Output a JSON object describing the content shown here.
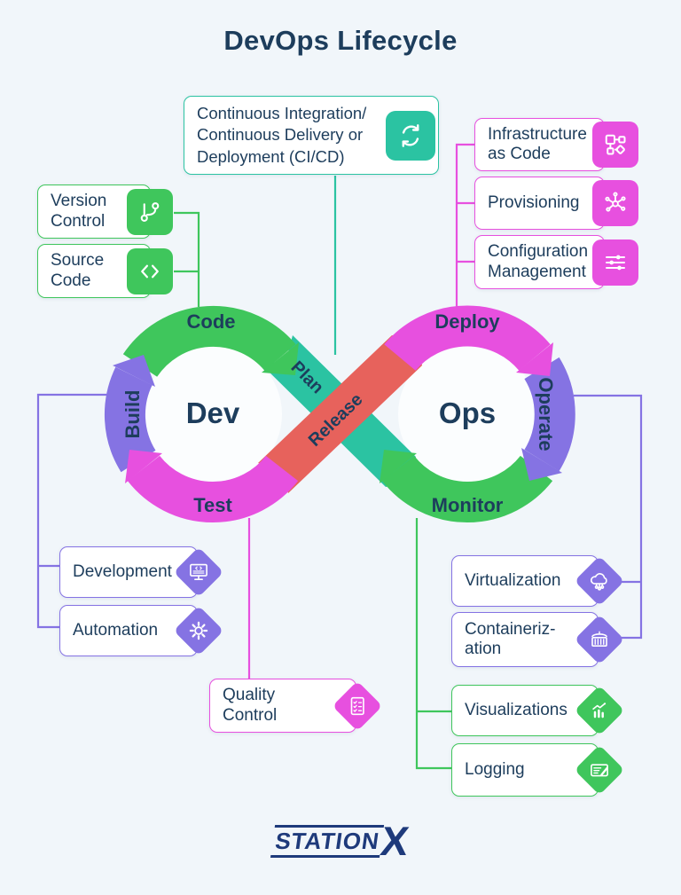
{
  "title": "DevOps Lifecycle",
  "colors": {
    "green": "#3fc65c",
    "teal": "#2bc3a2",
    "magenta": "#e750df",
    "purple": "#8573e3",
    "red": "#e7625c",
    "navy": "#1d3d5c",
    "background": "#f1f6fa",
    "logo_navy": "#1e3a7b"
  },
  "cicd_card": {
    "label": "Continuous Integration/\nContinuous Delivery or\nDeployment (CI/CD)",
    "icon": "refresh-icon"
  },
  "left_top_cards": [
    {
      "label": "Version\nControl",
      "icon": "git-branch-icon"
    },
    {
      "label": "Source\nCode",
      "icon": "code-icon"
    }
  ],
  "right_top_cards": [
    {
      "label": "Infrastructure\nas Code",
      "icon": "flowchart-icon"
    },
    {
      "label": "Provisioning",
      "icon": "network-icon"
    },
    {
      "label": "Configuration\nManagement",
      "icon": "sliders-icon"
    }
  ],
  "left_bottom_cards": [
    {
      "label": "Development",
      "icon": "monitor-code-icon"
    },
    {
      "label": "Automation",
      "icon": "gear-icon"
    }
  ],
  "quality_card": {
    "label": "Quality\nControl",
    "icon": "checklist-icon"
  },
  "right_mid_cards": [
    {
      "label": "Virtualization",
      "icon": "cloud-network-icon"
    },
    {
      "label": "Containeriz-\nation",
      "icon": "container-icon"
    }
  ],
  "right_bottom_cards": [
    {
      "label": "Visualizations",
      "icon": "bar-chart-icon"
    },
    {
      "label": "Logging",
      "icon": "log-pen-icon"
    }
  ],
  "loop": {
    "dev": "Dev",
    "ops": "Ops",
    "code": "Code",
    "build": "Build",
    "test": "Test",
    "plan": "Plan",
    "release": "Release",
    "deploy": "Deploy",
    "operate": "Operate",
    "monitor": "Monitor"
  },
  "logo": {
    "station": "STATION",
    "x": "X"
  }
}
